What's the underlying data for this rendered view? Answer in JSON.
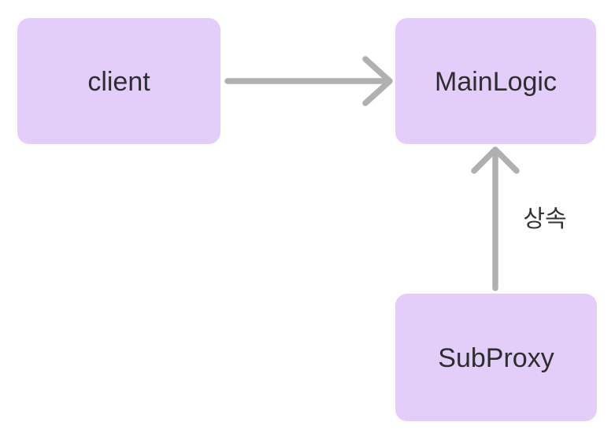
{
  "diagram": {
    "type": "flowchart",
    "nodes": [
      {
        "id": "client",
        "label": "client"
      },
      {
        "id": "mainlogic",
        "label": "MainLogic"
      },
      {
        "id": "subproxy",
        "label": "SubProxy"
      }
    ],
    "edges": [
      {
        "from": "client",
        "to": "MainLogic",
        "label": "",
        "arrow": "open-chevron"
      },
      {
        "from": "SubProxy",
        "to": "MainLogic",
        "label": "상속",
        "arrow": "open-chevron"
      }
    ]
  },
  "colors": {
    "background": "#ffffff",
    "node_fill": "#e2cef9",
    "node_text": "#2e2e2e",
    "edge_stroke": "#b0b0b0",
    "edge_label_text": "#333333"
  }
}
